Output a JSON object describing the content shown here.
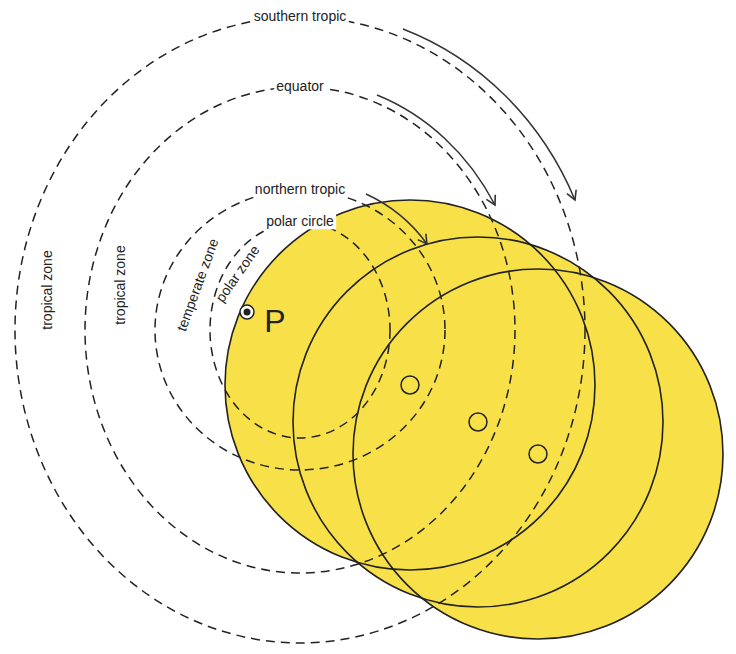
{
  "diagram": {
    "labels": [
      "southern tropic",
      "equator",
      "northern tropic",
      "polar circle",
      "tropical zone",
      "tropical zone",
      "temperate zone",
      "polar zone",
      "P"
    ]
  }
}
